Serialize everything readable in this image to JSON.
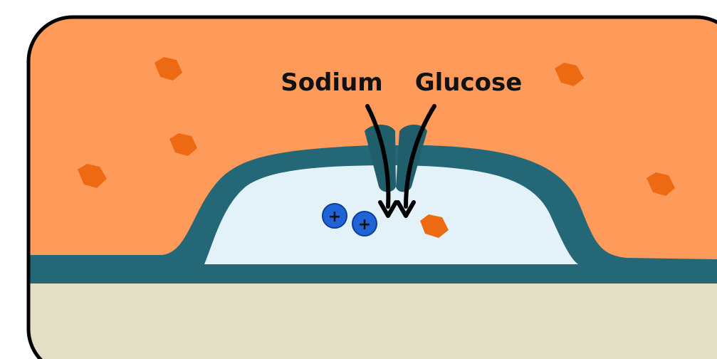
{
  "labels": {
    "sodium": "Sodium",
    "glucose": "Glucose",
    "ion_charge": "+"
  },
  "colors": {
    "outside_medium": "#FF9B5A",
    "membrane": "#246878",
    "cell_interior": "#E3F2F8",
    "floor": "#E3DEC6",
    "glucose_molecule": "#EE6A12",
    "sodium_ion": "#1F63D6",
    "outline": "#000000"
  },
  "icons": {
    "glucose": "hexagon-molecule",
    "sodium": "plus-circle-ion",
    "transporter": "channel-protein",
    "flow": "curved-arrow"
  }
}
